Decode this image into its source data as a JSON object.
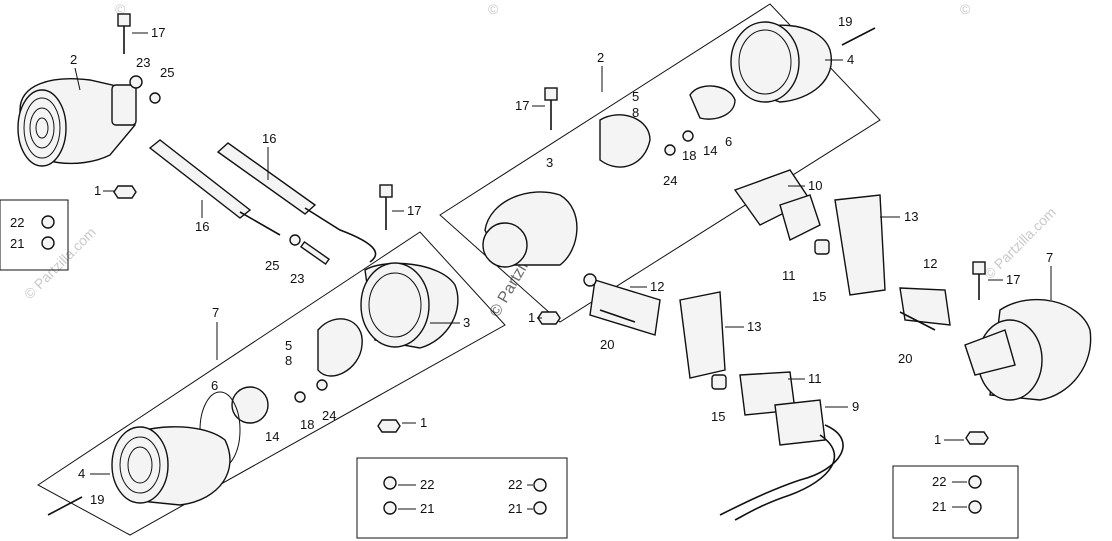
{
  "watermark": {
    "brand": "© Partzilla.com",
    "mark": "©"
  },
  "callouts": {
    "left_top": [
      "17",
      "2",
      "23",
      "25",
      "16",
      "1",
      "22",
      "21",
      "16",
      "25",
      "23",
      "17"
    ],
    "left_bottom": [
      "7",
      "3",
      "5",
      "8",
      "6",
      "4",
      "19",
      "14",
      "18",
      "24",
      "1",
      "22",
      "21",
      "22",
      "21"
    ],
    "right_top": [
      "19",
      "4",
      "2",
      "17",
      "5",
      "8",
      "3",
      "18",
      "14",
      "6",
      "24",
      "10",
      "13",
      "11",
      "15",
      "12",
      "17",
      "7"
    ],
    "right_bottom": [
      "1",
      "20",
      "13",
      "12",
      "11",
      "15",
      "9",
      "20",
      "1",
      "22",
      "21"
    ]
  }
}
